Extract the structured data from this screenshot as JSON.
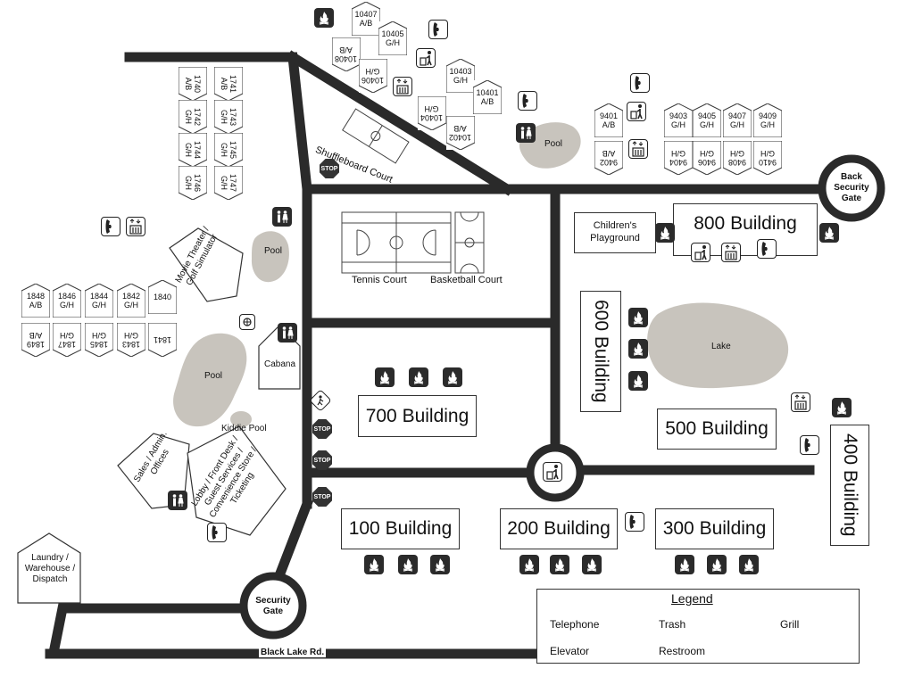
{
  "roads": {
    "black_lake": "Black Lake Rd.",
    "security_gate": "Security Gate",
    "back_security_gate": "Back Security Gate"
  },
  "buildings": {
    "b100": "100 Building",
    "b200": "200 Building",
    "b300": "300 Building",
    "b400": "400 Building",
    "b500": "500 Building",
    "b600": "600 Building",
    "b700": "700 Building",
    "b800": "800 Building"
  },
  "amenities": {
    "tennis": "Tennis Court",
    "basketball": "Basketball Court",
    "shuffleboard": "Shuffleboard Court",
    "playground": "Children's Playground",
    "lake": "Lake",
    "pool": "Pool",
    "kiddie_pool": "Kiddie Pool",
    "cabana": "Cabana",
    "theater": "Movie Theater / Golf Simulator",
    "sales": "Sales / Admin. Offices",
    "lobby": "Lobby / Front Desk / Guest Services / Convenience Store / Ticketing",
    "laundry": "Laundry / Warehouse / Dispatch",
    "stop": "STOP"
  },
  "units": {
    "u1740": [
      "1740",
      "A/B"
    ],
    "u1741": [
      "1741",
      "A/B"
    ],
    "u1742": [
      "1742",
      "G/H"
    ],
    "u1743": [
      "1743",
      "G/H"
    ],
    "u1744": [
      "1744",
      "G/H"
    ],
    "u1745": [
      "1745",
      "G/H"
    ],
    "u1746": [
      "1746",
      "G/H"
    ],
    "u1747": [
      "1747",
      "G/H"
    ],
    "u1848": [
      "1848",
      "A/B"
    ],
    "u1846": [
      "1846",
      "G/H"
    ],
    "u1844": [
      "1844",
      "G/H"
    ],
    "u1842": [
      "1842",
      "G/H"
    ],
    "u1840": [
      "1840",
      ""
    ],
    "u1849": [
      "1849",
      "A/B"
    ],
    "u1847": [
      "1847",
      "G/H"
    ],
    "u1845": [
      "1845",
      "G/H"
    ],
    "u1843": [
      "1843",
      "G/H"
    ],
    "u1841": [
      "1841",
      ""
    ],
    "u10407": [
      "10407",
      "A/B"
    ],
    "u10405": [
      "10405",
      "G/H"
    ],
    "u10408": [
      "10408",
      "A/B"
    ],
    "u10406": [
      "10406",
      "G/H"
    ],
    "u10403": [
      "10403",
      "G/H"
    ],
    "u10401": [
      "10401",
      "A/B"
    ],
    "u10404": [
      "10404",
      "G/H"
    ],
    "u10402": [
      "10402",
      "A/B"
    ],
    "u9401": [
      "9401",
      "A/B"
    ],
    "u9403": [
      "9403",
      "G/H"
    ],
    "u9405": [
      "9405",
      "G/H"
    ],
    "u9407": [
      "9407",
      "G/H"
    ],
    "u9409": [
      "9409",
      "G/H"
    ],
    "u9402": [
      "9402",
      "A/B"
    ],
    "u9404": [
      "9404",
      "G/H"
    ],
    "u9406": [
      "9406",
      "G/H"
    ],
    "u9408": [
      "9408",
      "G/H"
    ],
    "u9410": [
      "9410",
      "G/H"
    ]
  },
  "legend": {
    "title": "Legend",
    "telephone": "Telephone",
    "trash": "Trash",
    "grill": "Grill",
    "elevator": "Elevator",
    "restroom": "Restroom"
  },
  "icons": {
    "telephone": "telephone-icon",
    "trash": "trash-icon",
    "grill": "grill-icon",
    "elevator": "elevator-icon",
    "restroom": "restroom-icon",
    "stop": "stop-sign-icon",
    "pedestrian": "pedestrian-crossing-icon"
  },
  "colors": {
    "road": "#2a2a2a",
    "water": "#c8c4bd",
    "icon_dark": "#2b2b2b"
  }
}
